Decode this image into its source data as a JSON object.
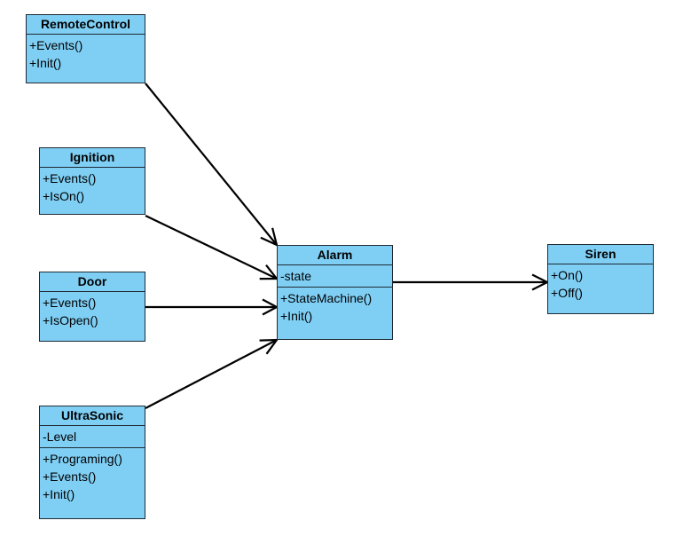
{
  "classes": {
    "remote_control": {
      "name": "RemoteControl",
      "attributes": [],
      "operations": [
        "+Events()",
        "+Init()"
      ]
    },
    "ignition": {
      "name": "Ignition",
      "attributes": [],
      "operations": [
        "+Events()",
        "+IsOn()"
      ]
    },
    "door": {
      "name": "Door",
      "attributes": [],
      "operations": [
        "+Events()",
        "+IsOpen()"
      ]
    },
    "ultrasonic": {
      "name": "UltraSonic",
      "attributes": [
        "-Level"
      ],
      "operations": [
        "+Programing()",
        "+Events()",
        "+Init()"
      ]
    },
    "alarm": {
      "name": "Alarm",
      "attributes": [
        "-state"
      ],
      "operations": [
        "+StateMachine()",
        "+Init()"
      ]
    },
    "siren": {
      "name": "Siren",
      "attributes": [],
      "operations": [
        "+On()",
        "+Off()"
      ]
    }
  },
  "associations": [
    {
      "from": "RemoteControl",
      "to": "Alarm",
      "arrow": "open"
    },
    {
      "from": "Ignition",
      "to": "Alarm",
      "arrow": "open"
    },
    {
      "from": "Door",
      "to": "Alarm",
      "arrow": "open"
    },
    {
      "from": "UltraSonic",
      "to": "Alarm",
      "arrow": "open"
    },
    {
      "from": "Alarm",
      "to": "Siren",
      "arrow": "open"
    }
  ],
  "colors": {
    "class_fill": "#7fcff5",
    "class_border": "#1f2a33",
    "line": "#000000"
  }
}
